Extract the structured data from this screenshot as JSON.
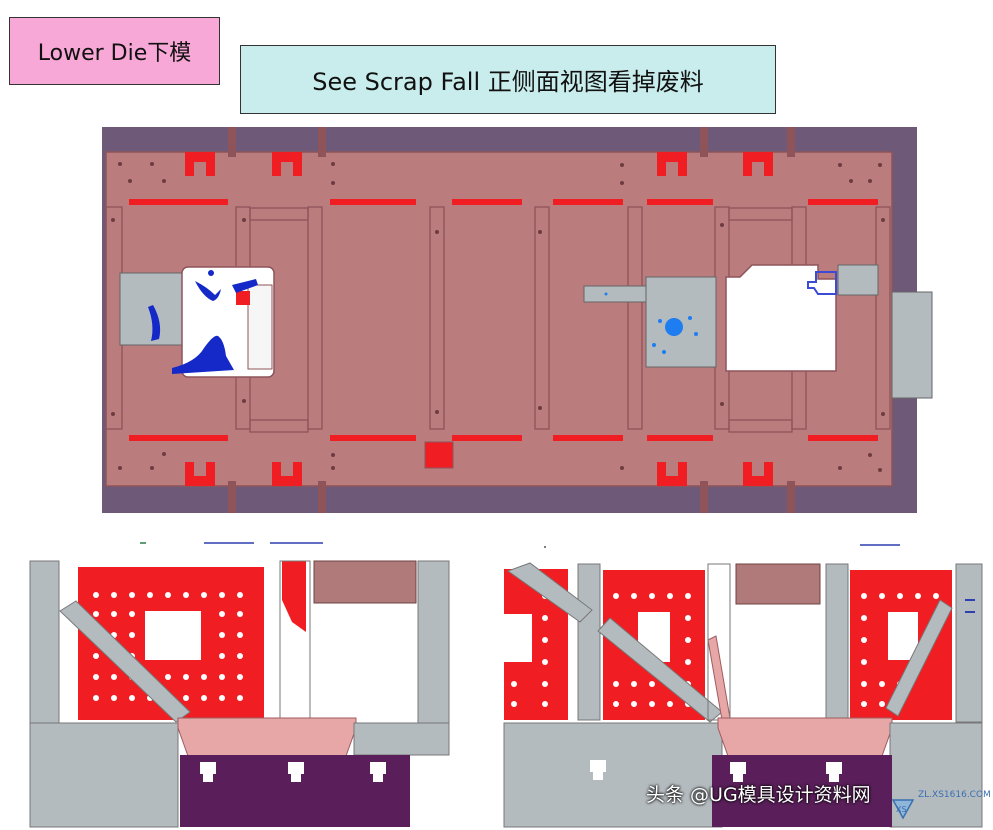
{
  "labels": {
    "lower_die": "Lower Die下模",
    "see_scrap_fall": "See Scrap Fall 正侧面视图看掉废料"
  },
  "watermark": {
    "text": "头条 @UG模具设计资料网",
    "site": "ZL.XS1616.COM",
    "logo": "xs-logo-icon"
  },
  "colors": {
    "die_outer": "#6e5a78",
    "die_plate": "#bb7c7e",
    "die_edge": "#8e5459",
    "red_part": "#f01e22",
    "scrap_blue": "#1429c8",
    "steel_gray": "#b4bbbf",
    "purple_base": "#5a1f5a",
    "pink_insert": "#e8a7a7"
  }
}
